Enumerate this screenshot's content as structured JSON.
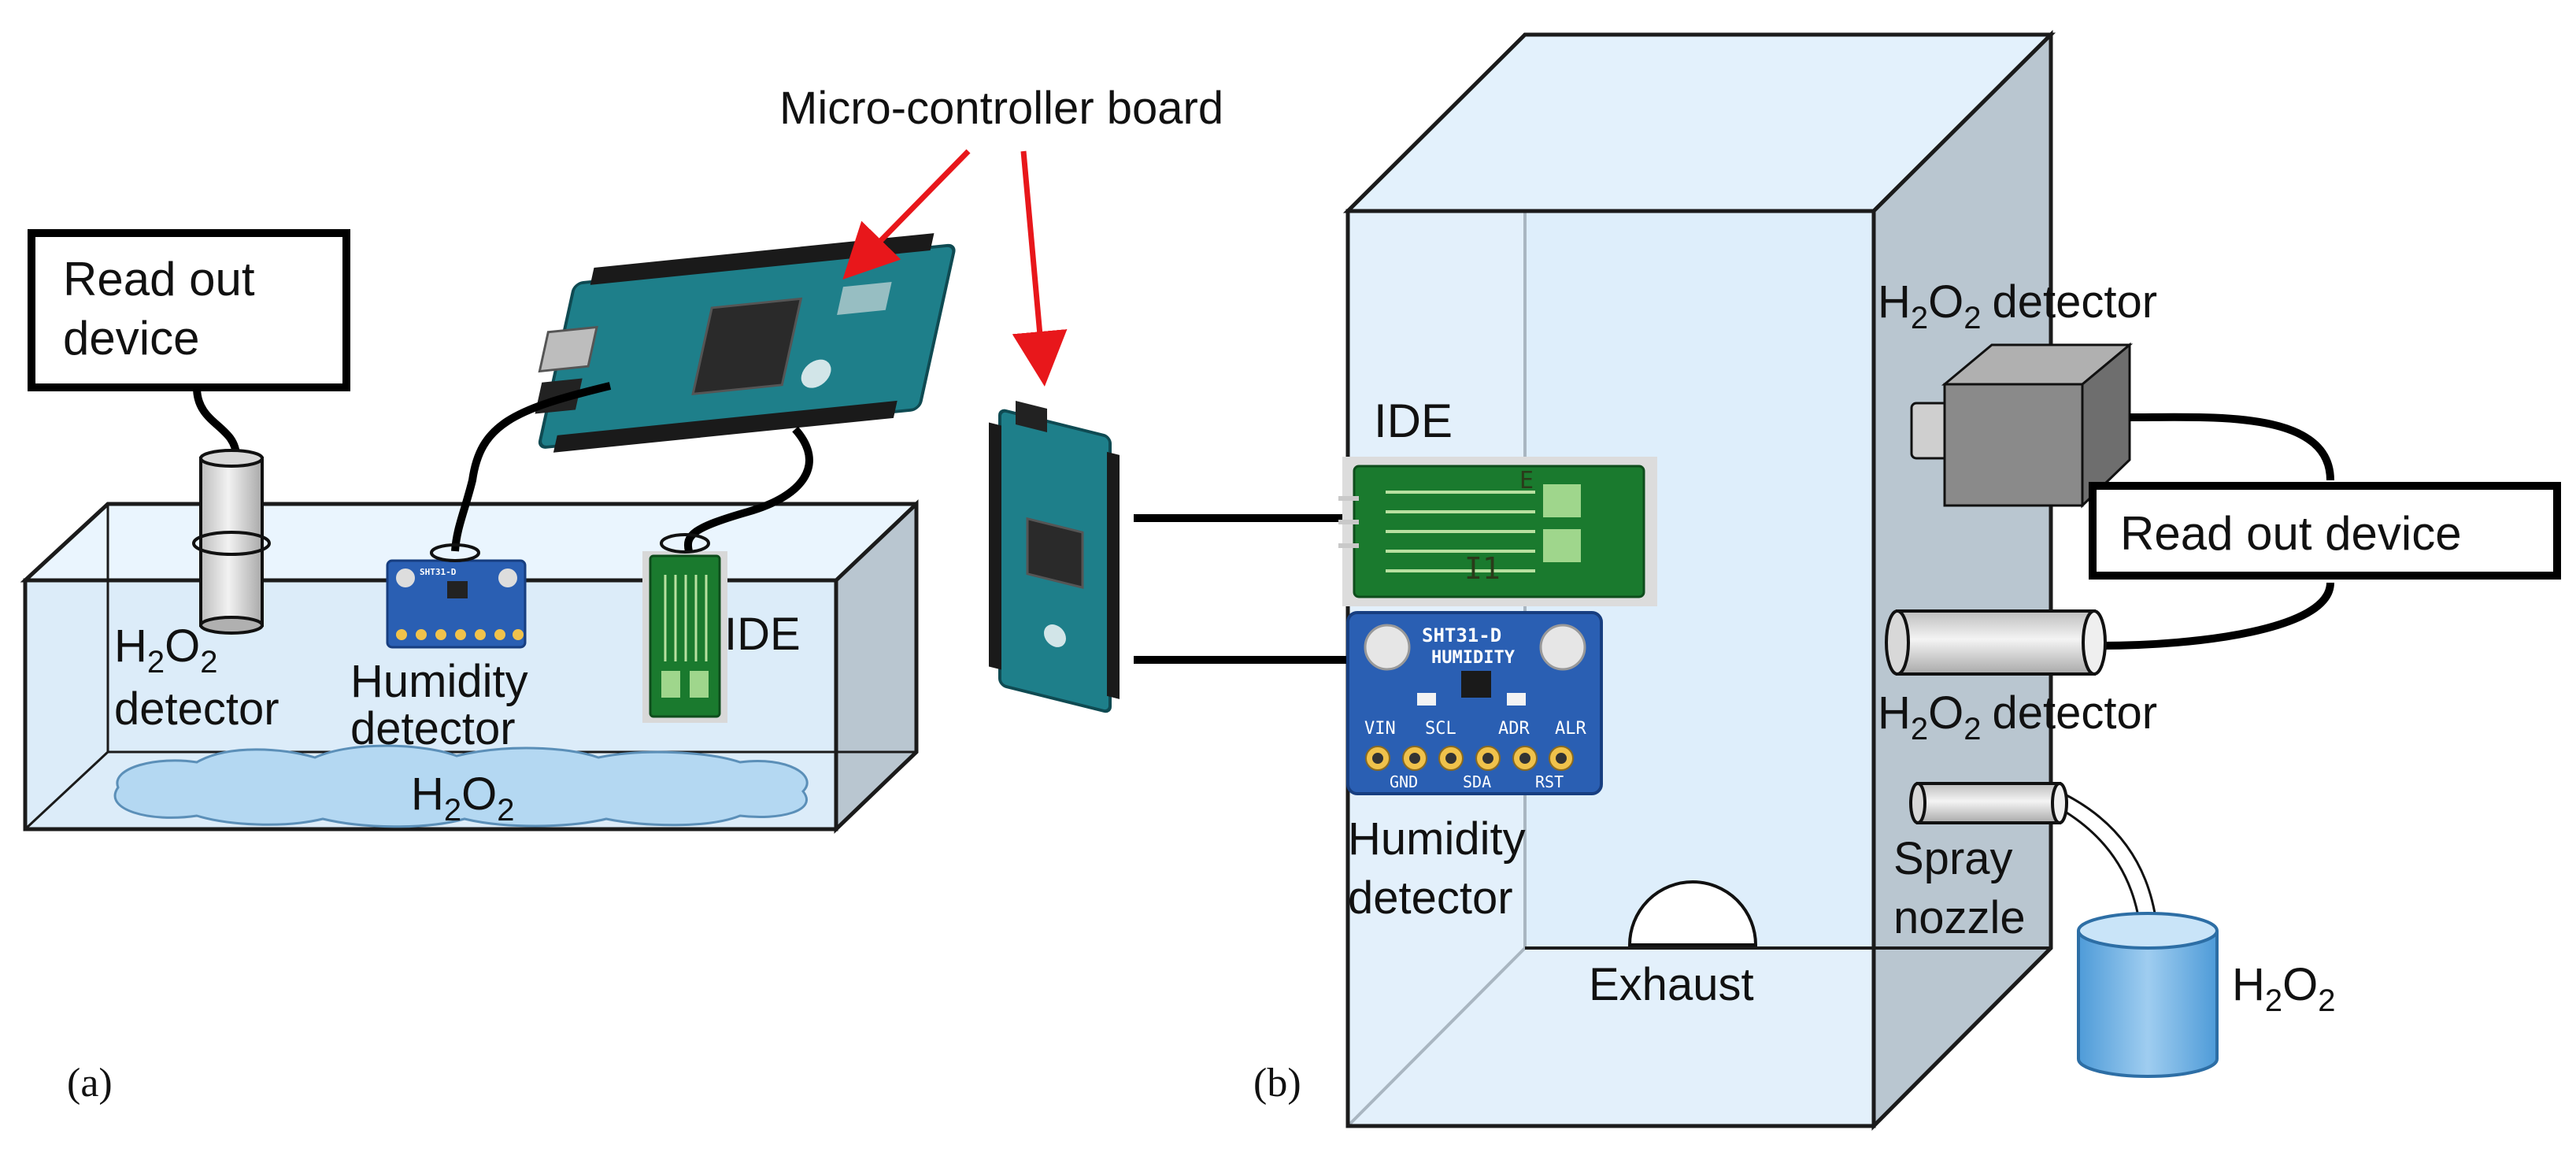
{
  "labels": {
    "microcontroller": "Micro-controller board",
    "readout_a_line1": "Read out",
    "readout_a_line2": "device",
    "h2o2_detector_a_line2": "detector",
    "humidity_a_line1": "Humidity",
    "humidity_a_line2": "detector",
    "ide_a": "IDE",
    "ide_b": "IDE",
    "humidity_b_line1": "Humidity",
    "humidity_b_line2": "detector",
    "detector_word": "detector",
    "readout_b": "Read out device",
    "spray_line1": "Spray",
    "spray_line2": "nozzle",
    "exhaust": "Exhaust",
    "chem_h": "H",
    "chem_o": "O",
    "chem_sub": "2",
    "panel_a": "(a)",
    "panel_b": "(b)"
  },
  "sensor_marks": {
    "humidity_chip_title": "SHT31-D",
    "humidity_chip_sub": "HUMIDITY",
    "pins_top": [
      "VIN",
      "SCL",
      "ADR",
      "ALR"
    ],
    "pins_bottom": [
      "GND",
      "SDA",
      "RST"
    ],
    "ide_handwriting": "I1",
    "ide_corner_mark": "E"
  },
  "colors": {
    "box_fill": "#e6f3fd",
    "box_side": "#b9c6d0",
    "liquid": "#b4d8f2",
    "arrow": "#e8171b",
    "pcb_green": "#1a7a2e",
    "arduino_teal": "#1e7f8a",
    "sensor_blue": "#2a5fb3",
    "detector_gray": "#8a8a8a"
  }
}
